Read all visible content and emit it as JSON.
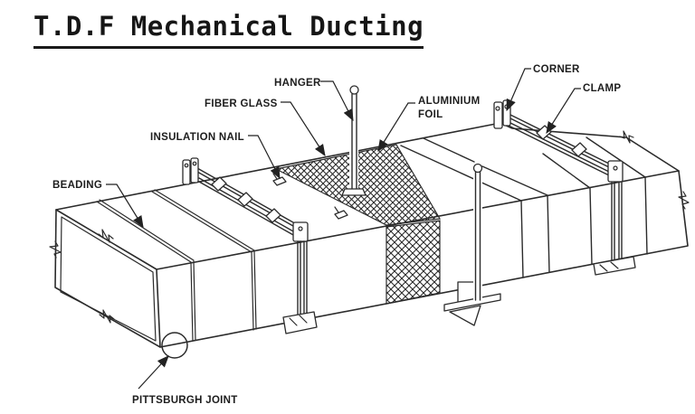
{
  "title": "T.D.F Mechanical Ducting",
  "labels": {
    "beading": "BEADING",
    "hanger": "HANGER",
    "fiber_glass": "FIBER GLASS",
    "insulation_nail": "INSULATION NAIL",
    "aluminium_foil": {
      "line1": "ALUMINIUM",
      "line2": "FOIL"
    },
    "corner": "CORNER",
    "clamp": "CLAMP",
    "pittsburgh_joint": "PITTSBURGH JOINT"
  },
  "colors": {
    "background": "#ffffff",
    "line": "#2b2b2b",
    "text": "#1d1d1d"
  }
}
